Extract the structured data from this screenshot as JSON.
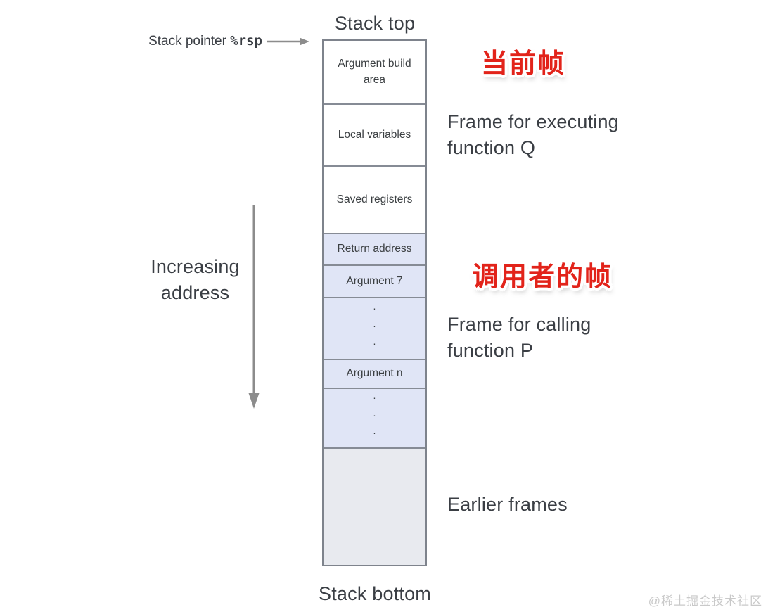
{
  "diagram": {
    "stack_top_label": "Stack top",
    "stack_bottom_label": "Stack bottom",
    "stack_pointer": {
      "label": "Stack pointer ",
      "register": "%rsp"
    },
    "increasing_address": {
      "line1": "Increasing",
      "line2": "address"
    },
    "dots": "···",
    "boxes": {
      "argument_build_area": "Argument build area",
      "local_variables": "Local variables",
      "saved_registers": "Saved registers",
      "return_address": "Return address",
      "argument_7": "Argument 7",
      "argument_n": "Argument n"
    }
  },
  "annotations": {
    "current_frame_cn": "当前帧",
    "executing_frame": {
      "line1": "Frame for executing",
      "line2": "function Q"
    },
    "caller_frame_cn": "调用者的帧",
    "calling_frame": {
      "line1": "Frame for calling",
      "line2": "function P"
    },
    "earlier_frames": "Earlier frames"
  },
  "watermark": "@稀土掘金技术社区",
  "colors": {
    "highlight_red": "#e2231a",
    "box_blue": "#e0e5f6",
    "box_gray": "#e8eaef",
    "box_white": "#ffffff",
    "border_gray": "#7e838c",
    "text_dark": "#3a3e44",
    "arrow_gray": "#8c8c8c"
  }
}
